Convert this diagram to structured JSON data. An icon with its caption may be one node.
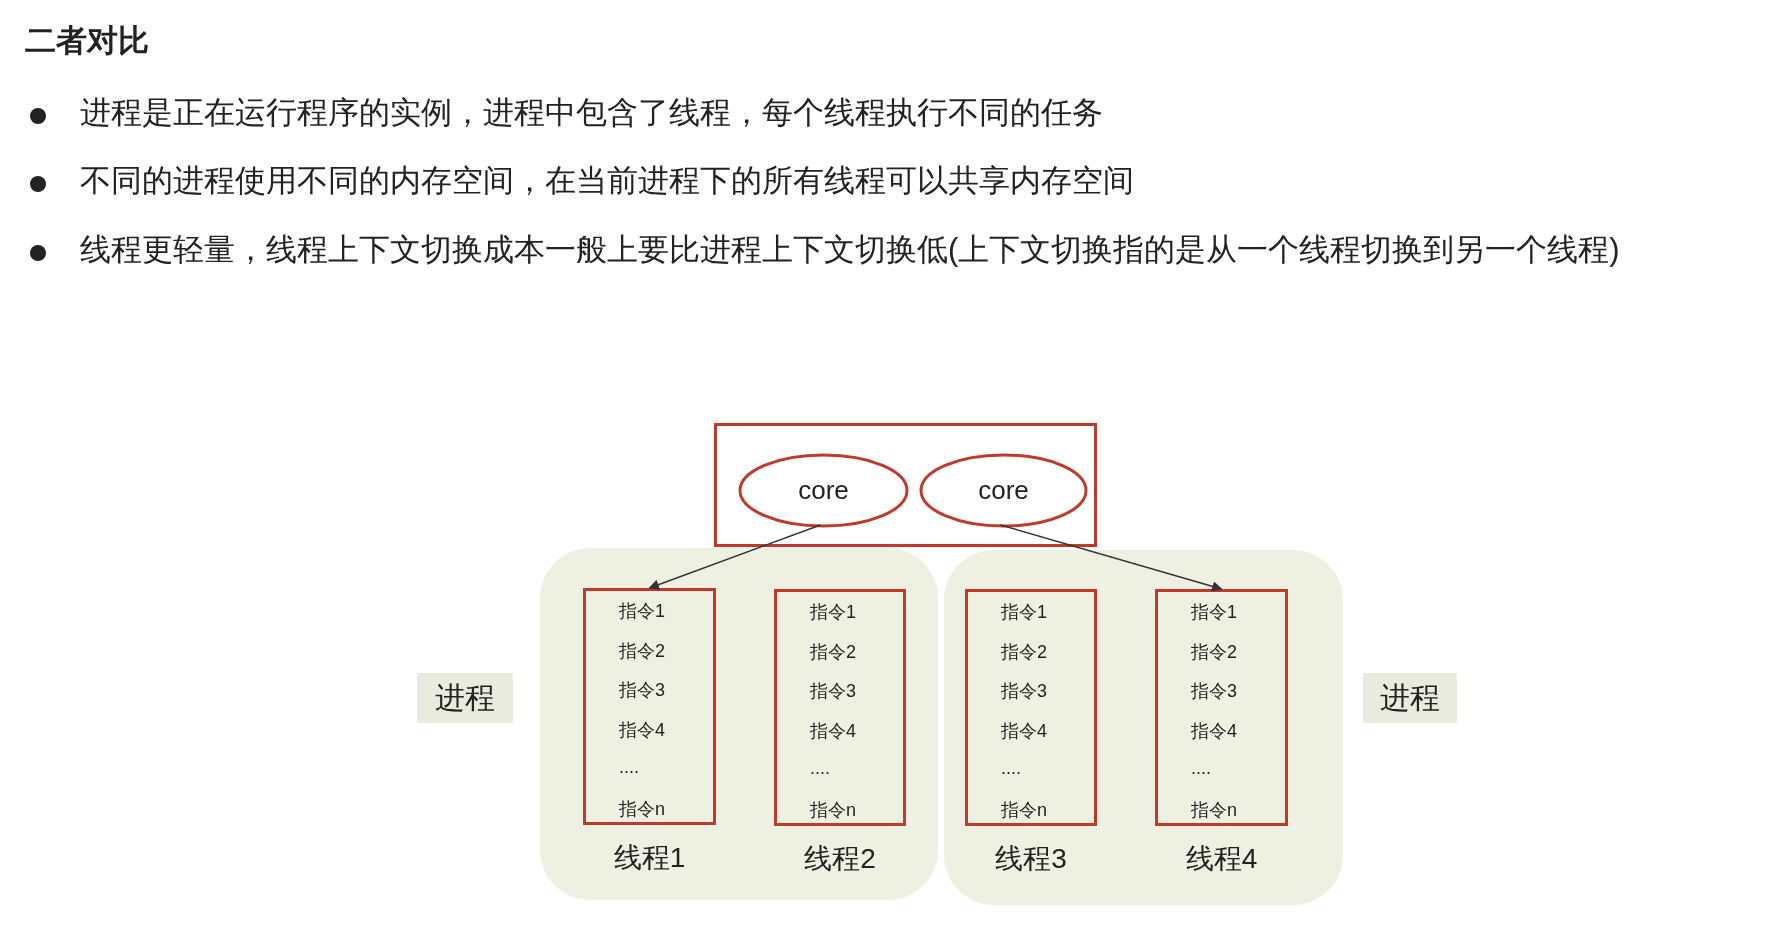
{
  "diagram": {
    "title": "二者对比",
    "nodes": [
      {
        "text": [],
        "shape": "box"
      },
      {
        "text": [
          "core"
        ],
        "in": 0
      },
      {
        "text": [
          "core"
        ],
        "in": 0
      },
      {
        "text": [
          "进程"
        ]
      },
      {
        "text": [],
        "shape": "box"
      },
      {
        "text": [
          "指令1",
          "指令2",
          "指令3",
          "指令4",
          "....",
          "指令n"
        ],
        "in": 4,
        "beside": [
          "线程1"
        ]
      },
      {
        "text": [
          "指令1",
          "指令2",
          "指令3",
          "指令4",
          "....",
          "指令n"
        ],
        "in": 4,
        "beside": [
          "线程2"
        ]
      },
      {
        "text": [],
        "shape": "box"
      },
      {
        "text": [
          "指令1",
          "指令2",
          "指令3",
          "指令4",
          "....",
          "指令n"
        ],
        "in": 7,
        "beside": [
          "线程3"
        ]
      },
      {
        "text": [
          "指令1",
          "指令2",
          "指令3",
          "指令4",
          "....",
          "指令n"
        ],
        "in": 7,
        "beside": [
          "线程4"
        ]
      },
      {
        "text": [
          "进程"
        ]
      }
    ],
    "edges": [
      {
        "from": 1,
        "to": 5,
        "arrow": "to"
      },
      {
        "from": 2,
        "to": 9,
        "arrow": "to"
      }
    ],
    "labels": [
      "进程是正在运行程序的实例，进程中包含了线程，每个线程执行不同的任务",
      "不同的进程使用不同的内存空间，在当前进程下的所有线程可以共享内存空间",
      "线程更轻量，线程上下文切换成本一般上要比进程上下文切换低(上下文切换指的是从一个线程切换到另一个线程)"
    ]
  }
}
